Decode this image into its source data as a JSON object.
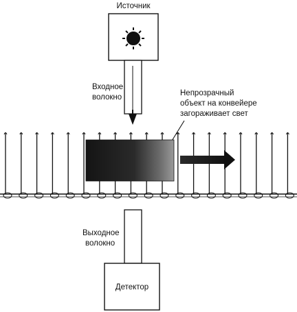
{
  "labels": {
    "source": "Источник",
    "input_fiber_line1": "Входное",
    "input_fiber_line2": "волокно",
    "object_note_line1": "Непрозрачный",
    "object_note_line2": "объект на конвейере",
    "object_note_line3": "загораживает свет",
    "output_fiber_line1": "Выходное",
    "output_fiber_line2": "волокно",
    "detector": "Детектор"
  },
  "icons": {
    "source": "sun-icon",
    "light_direction": "arrow-down-icon",
    "motion_direction": "arrow-right-icon"
  },
  "colors": {
    "ink": "#111111",
    "object_dark": "#1a1a1a",
    "object_light": "#8a8a8a",
    "background": "#ffffff"
  }
}
